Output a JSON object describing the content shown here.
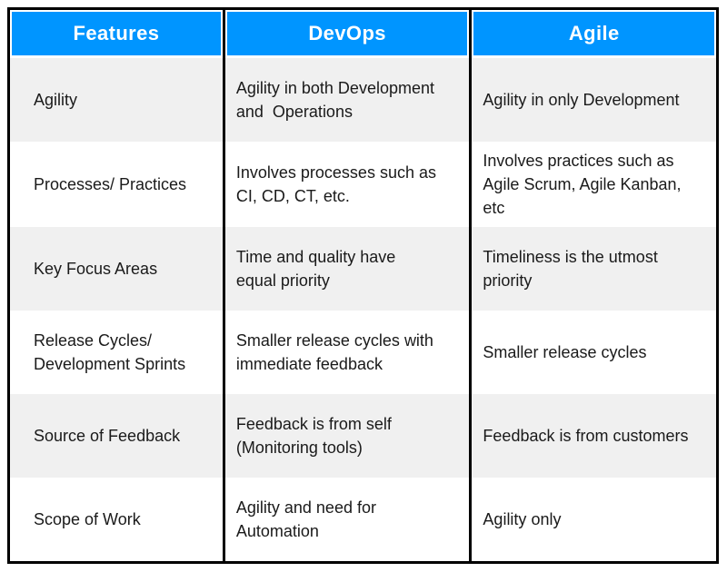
{
  "table": {
    "columns": [
      "Features",
      "DevOps",
      "Agile"
    ],
    "rows": [
      {
        "feature": "Agility",
        "devops": "Agility in both Development\nand  Operations",
        "agile": "Agility in only Development"
      },
      {
        "feature": "Processes/ Practices",
        "devops": "Involves processes such as\nCI, CD, CT, etc.",
        "agile": "Involves practices such as\nAgile Scrum, Agile Kanban,\netc"
      },
      {
        "feature": "Key Focus Areas",
        "devops": "Time and quality have\nequal priority",
        "agile": "Timeliness is the utmost\npriority"
      },
      {
        "feature": "Release Cycles/\nDevelopment Sprints",
        "devops": "Smaller release cycles with\nimmediate feedback",
        "agile": "Smaller release cycles"
      },
      {
        "feature": "Source of Feedback",
        "devops": "Feedback is from self\n(Monitoring tools)",
        "agile": "Feedback is from customers"
      },
      {
        "feature": "Scope of Work",
        "devops": "Agility and need for\nAutomation",
        "agile": "Agility only"
      }
    ],
    "colors": {
      "header_bg": "#0095FF",
      "header_text": "#FFFFFF",
      "row_alt_bg": "#F0F0F0",
      "row_bg": "#FFFFFF",
      "border": "#000000",
      "body_text": "#1A1A1A"
    }
  },
  "chart_data": {
    "type": "table",
    "title": "DevOps vs Agile comparison",
    "columns": [
      "Features",
      "DevOps",
      "Agile"
    ],
    "rows": [
      [
        "Agility",
        "Agility in both Development and  Operations",
        "Agility in only Development"
      ],
      [
        "Processes/ Practices",
        "Involves processes such as CI, CD, CT, etc.",
        "Involves practices such as Agile Scrum, Agile Kanban, etc"
      ],
      [
        "Key Focus Areas",
        "Time and quality have equal priority",
        "Timeliness is the utmost priority"
      ],
      [
        "Release Cycles/ Development Sprints",
        "Smaller release cycles with immediate feedback",
        "Smaller release cycles"
      ],
      [
        "Source of Feedback",
        "Feedback is from self (Monitoring tools)",
        "Feedback is from customers"
      ],
      [
        "Scope of Work",
        "Agility and need for Automation",
        "Agility only"
      ]
    ],
    "layout_hints": {
      "header_style": "blue fill, white bold text",
      "row_striping": "odd rows light gray, even rows white",
      "grid": "black outer border and black column dividers, no horizontal rules"
    }
  }
}
